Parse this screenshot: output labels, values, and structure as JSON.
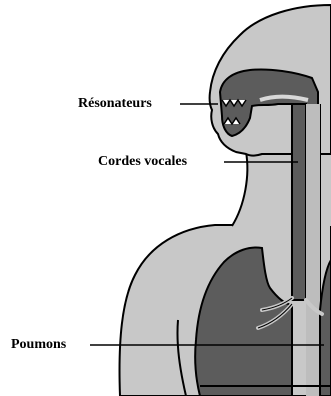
{
  "labels": {
    "resonateurs": "Résonateurs",
    "cordes_vocales": "Cordes vocales",
    "poumons": "Poumons"
  },
  "colors": {
    "body_fill": "#c8c8c8",
    "organ_fill": "#5c5c5c",
    "outline": "#000000",
    "background": "#ffffff"
  }
}
